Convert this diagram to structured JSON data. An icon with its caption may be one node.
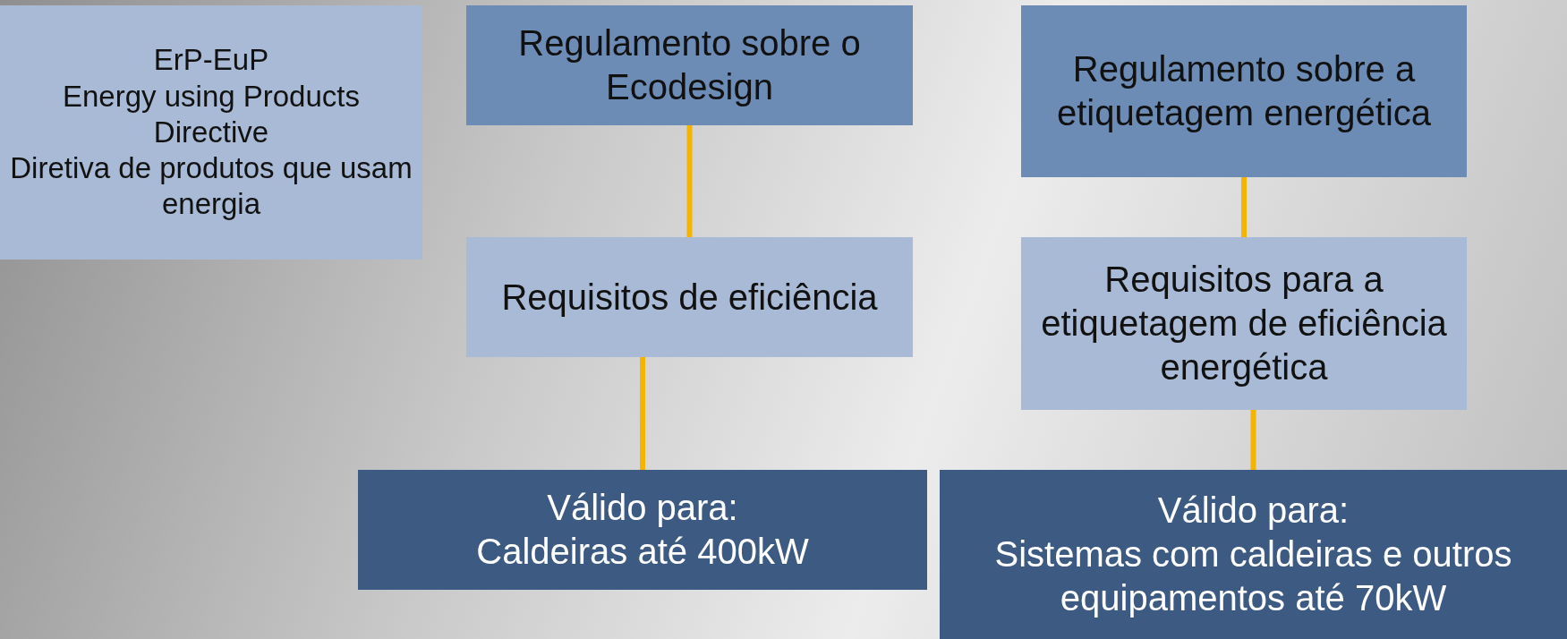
{
  "diagram": {
    "nodes": [
      {
        "text": [
          "ErP-EuP",
          "Energy using Products Directive",
          "Diretiva de produtos que usam energia"
        ]
      },
      {
        "text": [
          "Regulamento sobre o Ecodesign"
        ]
      },
      {
        "text": [
          "Requisitos de eficiência"
        ]
      },
      {
        "text": [
          "Válido para:",
          "Caldeiras até 400kW"
        ]
      },
      {
        "text": [
          "Regulamento sobre a etiquetagem energética"
        ]
      },
      {
        "text": [
          "Requisitos para a etiquetagem de eficiência energética"
        ]
      },
      {
        "text": [
          "Válido para:",
          "Sistemas com caldeiras e outros equipamentos até 70kW"
        ]
      }
    ],
    "edges": [
      {
        "from": 1,
        "to": 2,
        "arrow": "none"
      },
      {
        "from": 2,
        "to": 3,
        "arrow": "none"
      },
      {
        "from": 4,
        "to": 5,
        "arrow": "none"
      },
      {
        "from": 5,
        "to": 6,
        "arrow": "none"
      }
    ]
  }
}
